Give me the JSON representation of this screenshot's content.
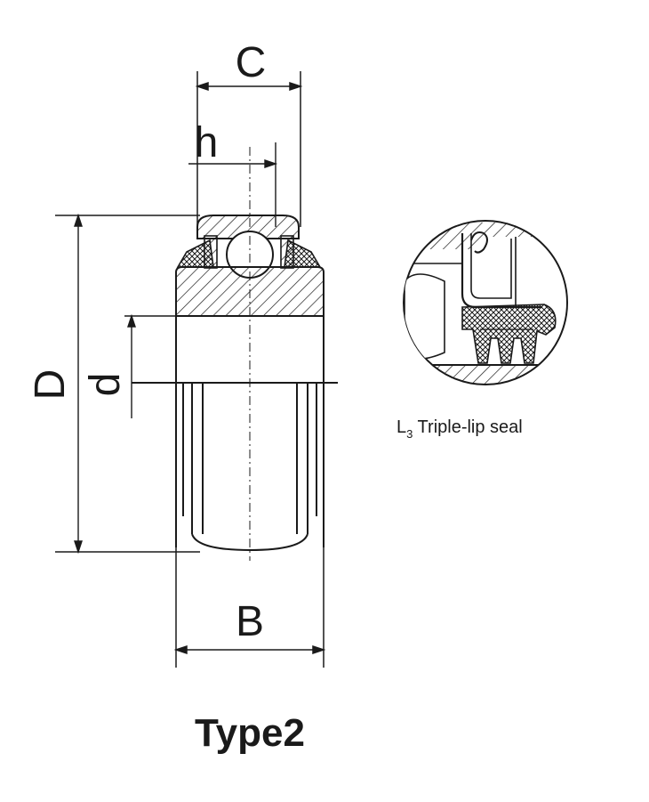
{
  "labels": {
    "C": "C",
    "h": "h",
    "D": "D",
    "d": "d",
    "B": "B",
    "type": "Type2"
  },
  "seal": {
    "label_prefix": "L",
    "label_sub": "3",
    "label_text": " Triple-lip seal"
  },
  "colors": {
    "line": "#1a1a1a",
    "paper": "#ffffff"
  }
}
